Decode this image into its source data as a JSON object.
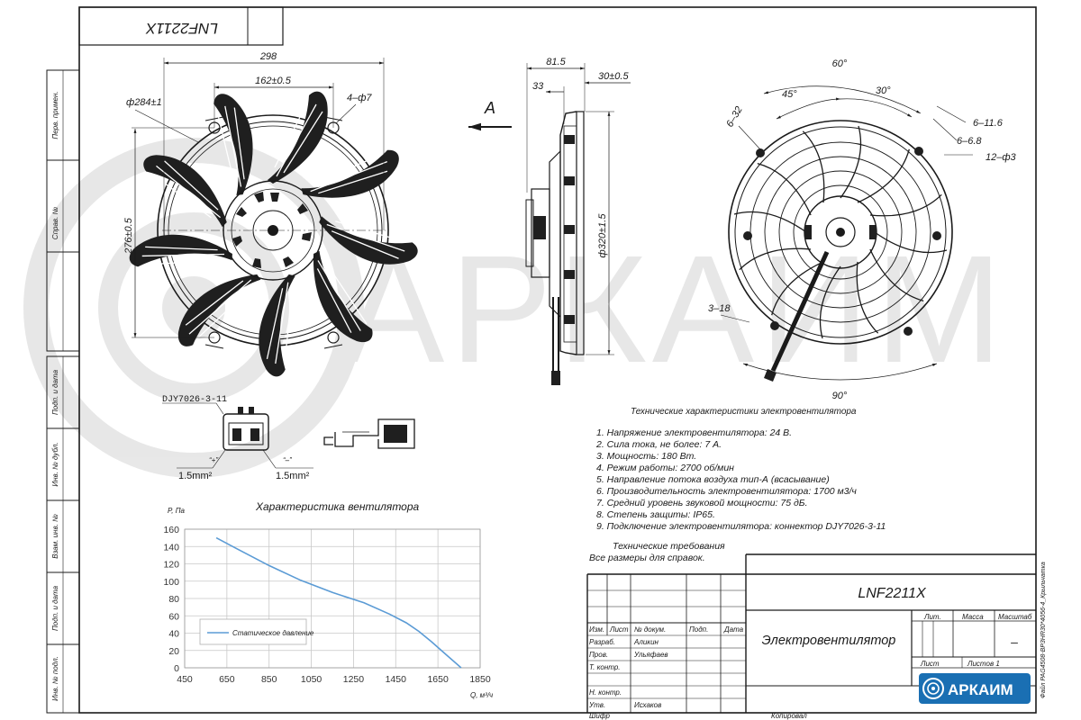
{
  "drawing": {
    "designation": "LNF2211X",
    "title": "Электровентилятор",
    "sheet_label": "Лист",
    "sheets_label": "Листов 1",
    "litera_label": "Лит.",
    "mass_label": "Масса",
    "scale_label": "Масштаб",
    "scale_value": "–",
    "copied_label": "Копировал",
    "format_label": "Шифр",
    "file_label": "Файл PAG4508-BP3HR30*4056-4_Крыльчатка",
    "company": "АРКАИМ",
    "watermark": "АРКАИМ"
  },
  "side_labels": [
    "Перв. примен.",
    "Справ. №",
    "Подп. и дата",
    "Инв. № дубл.",
    "Взам. инв. №",
    "Подп. и дата",
    "Инв. № подл."
  ],
  "stamp_header": [
    "Изм.",
    "Лист",
    "№ докум.",
    "Подп.",
    "Дата"
  ],
  "stamp_rows": [
    {
      "role": "Разраб.",
      "name": "Аликин"
    },
    {
      "role": "Пров.",
      "name": "Ульяфаев"
    },
    {
      "role": "Т. контр.",
      "name": ""
    },
    {
      "role": "Н. контр.",
      "name": ""
    },
    {
      "role": "Утв.",
      "name": "Исхаков"
    }
  ],
  "dimensions": {
    "front_width": "298",
    "bolt_span": "162±0.5",
    "diameter": "ф284±1",
    "holes": "4–ф7",
    "height": "276±0.5",
    "side_depth": "81.5",
    "side_33": "33",
    "side_30": "30±0.5",
    "side_diam": "ф320±1.5",
    "arrow_label": "А",
    "rear_60": "60°",
    "rear_45": "45°",
    "rear_30": "30°",
    "rear_6_32": "6–32",
    "rear_6_116": "6–11.6",
    "rear_6_68": "6–6.8",
    "rear_12_3": "12–ф3",
    "rear_3_18": "3–18",
    "rear_90": "90°"
  },
  "connector": {
    "name": "DJY7026-3-11",
    "plus_label": "“+”",
    "minus_label": "“–”",
    "wire_left": "1.5mm²",
    "wire_right": "1.5mm²"
  },
  "specs": {
    "heading": "Технические характеристики электровентилятора",
    "items": [
      "1. Напряжение электровентилятора: 24 В.",
      "2. Сила тока, не более: 7 А.",
      "3. Мощность: 180 Вт.",
      "4. Режим работы: 2700 об/мин",
      "5. Направление потока воздуха тип-А (всасывание)",
      "6. Производительность электровентилятора: 1700 м3/ч",
      "7. Средний уровень звуковой мощности: 75 дБ.",
      "8. Степень защиты: IP65.",
      "9. Подключение электровентилятора: коннектор DJY7026-3-11"
    ],
    "req_heading": "Технические требования",
    "req_text": "Все размеры для справок."
  },
  "chart_data": {
    "type": "line",
    "title": "Характеристика вентилятора",
    "ylabel": "P, Па",
    "xlabel": "Q, м³/ч",
    "xlim": [
      450,
      1850
    ],
    "ylim": [
      0,
      160
    ],
    "x_ticks": [
      450,
      650,
      850,
      1050,
      1250,
      1450,
      1650,
      1850
    ],
    "y_ticks": [
      0,
      20,
      40,
      60,
      80,
      100,
      120,
      140,
      160
    ],
    "grid": true,
    "legend": "left",
    "series": [
      {
        "name": "Статическое давление",
        "color": "#5b9bd5",
        "x": [
          600,
          700,
          850,
          1000,
          1150,
          1300,
          1420,
          1500,
          1560,
          1620,
          1690,
          1760
        ],
        "y": [
          150,
          137,
          118,
          101,
          87,
          75,
          62,
          52,
          42,
          30,
          15,
          0
        ]
      }
    ]
  }
}
